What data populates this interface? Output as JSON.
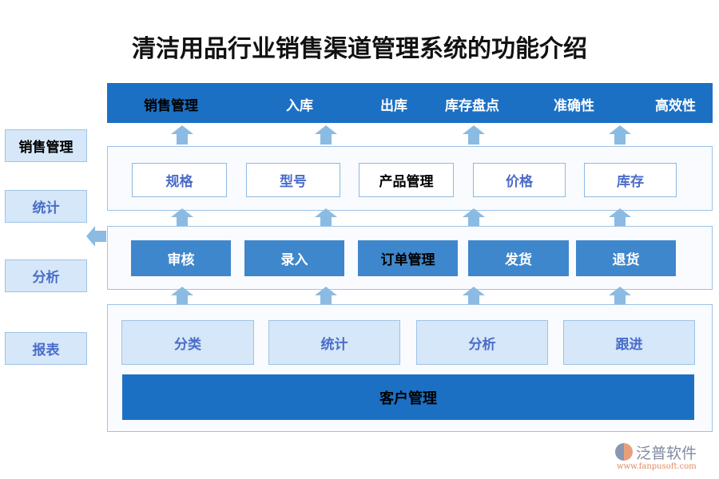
{
  "title": "清洁用品行业销售渠道管理系统的功能介绍",
  "top_bar": [
    "销售管理",
    "入库",
    "出库",
    "库存盘点",
    "准确性",
    "高效性"
  ],
  "product_row": [
    "规格",
    "型号",
    "产品管理",
    "价格",
    "库存"
  ],
  "order_row": [
    "审核",
    "录入",
    "订单管理",
    "发货",
    "退货"
  ],
  "customer_row": [
    "分类",
    "统计",
    "分析",
    "跟进"
  ],
  "customer_bar": "客户管理",
  "sidebar": [
    "销售管理",
    "统计",
    "分析",
    "报表"
  ],
  "logo": {
    "name": "泛普软件",
    "url": "www.fanpusoft.com"
  },
  "colors": {
    "primary": "#1c70c4",
    "secondary": "#3f87cc",
    "light": "#d5e7f8",
    "arrow": "#8bbbe2",
    "label": "#4a6cc8"
  }
}
